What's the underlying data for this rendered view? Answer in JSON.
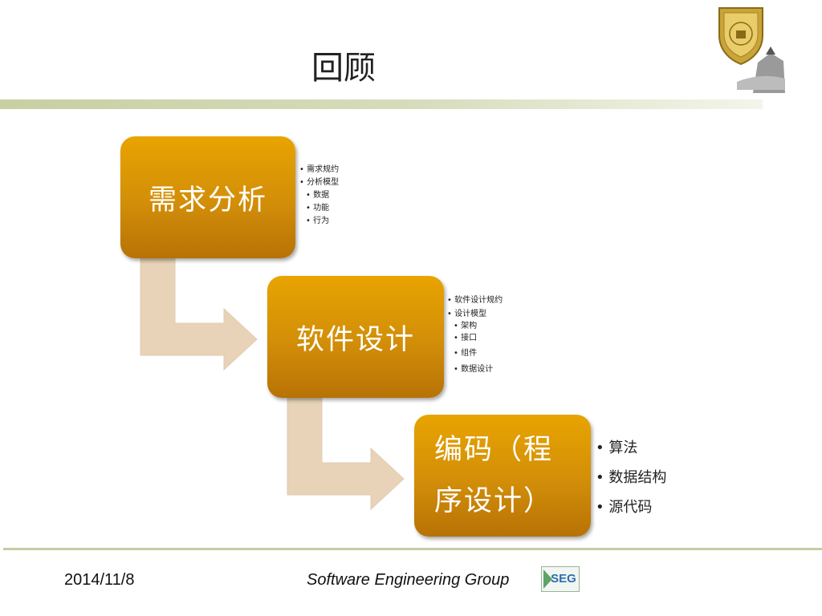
{
  "title": "回顾",
  "stages": [
    {
      "label": "需求分析",
      "bullets": [
        "需求规约",
        "分析模型"
      ],
      "sub_bullets": [
        "数据",
        "功能",
        "行为"
      ]
    },
    {
      "label": "软件设计",
      "bullets": [
        "软件设计规约",
        "设计模型"
      ],
      "sub_bullets": [
        "架构",
        "接口",
        "组件",
        "数据设计"
      ]
    },
    {
      "label_line1": "编码（程",
      "label_line2": "序设计）",
      "bullets": [
        "算法",
        "数据结构",
        "源代码"
      ]
    }
  ],
  "footer": {
    "date": "2014/11/8",
    "group": "Software Engineering Group",
    "logo_text": "SEG"
  },
  "colors": {
    "box": "#d9960a",
    "arrow": "#e8d3b8",
    "rule": "#c8cca2"
  }
}
